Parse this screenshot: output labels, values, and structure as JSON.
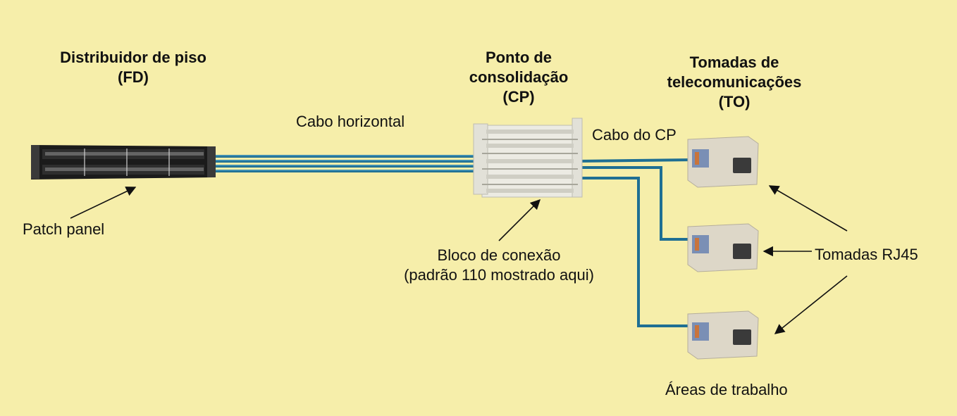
{
  "titles": {
    "fd": [
      "Distribuidor de piso",
      "(FD)"
    ],
    "cp": [
      "Ponto de",
      "consolidação",
      "(CP)"
    ],
    "to": [
      "Tomadas de",
      "telecomunicações",
      "(TO)"
    ]
  },
  "labels": {
    "horizontal_cable": "Cabo horizontal",
    "cp_cable": "Cabo do CP",
    "patch_panel": "Patch panel",
    "connection_block": [
      "Bloco de conexão",
      "(padrão 110 mostrado aqui)"
    ],
    "rj45_outlets": "Tomadas RJ45",
    "work_areas": "Áreas de trabalho"
  },
  "colors": {
    "background": "#f6eeaa",
    "cable": "#1f6f93",
    "cable_highlight": "#5fb0d0",
    "panel": "#1b1b1b",
    "block": "#ecebe3",
    "jack": "#ddd7c8"
  }
}
